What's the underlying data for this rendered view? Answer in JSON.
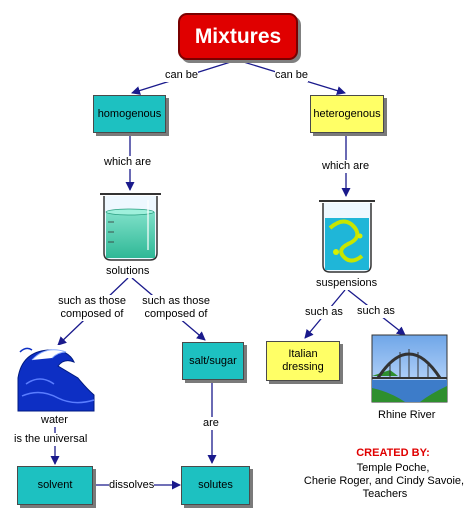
{
  "title": "Mixtures",
  "links": {
    "can_be_left": "can be",
    "can_be_right": "can be",
    "which_are_left": "which are",
    "which_are_right": "which are",
    "such_as_composed_left": "such as those\ncomposed of",
    "such_as_composed_right": "such as those\ncomposed of",
    "such_as_left": "such as",
    "such_as_right": "such as",
    "is_the_universal": "is the universal",
    "are": "are",
    "dissolves": "dissolves"
  },
  "nodes": {
    "homogenous": "homogenous",
    "heterogenous": "heterogenous",
    "solutions": "solutions",
    "suspensions": "suspensions",
    "water": "water",
    "salt_sugar": "salt/sugar",
    "italian_dressing": "Italian\ndressing",
    "rhine_river": "Rhine River",
    "solvent": "solvent",
    "solutes": "solutes"
  },
  "credits": {
    "heading": "CREATED BY:",
    "line1": "Temple Poche,",
    "line2": "Cherie Roger, and Cindy Savoie,",
    "line3": "Teachers"
  },
  "colors": {
    "title_fill": "#e00000",
    "teal_node": "#1dc1c1",
    "yellow_node": "#ffff66",
    "arrow": "#1a1a8c",
    "credit_heading": "#e00000"
  },
  "icons": [
    "beaker-solution-icon",
    "beaker-suspension-icon",
    "wave-icon",
    "bridge-icon"
  ]
}
